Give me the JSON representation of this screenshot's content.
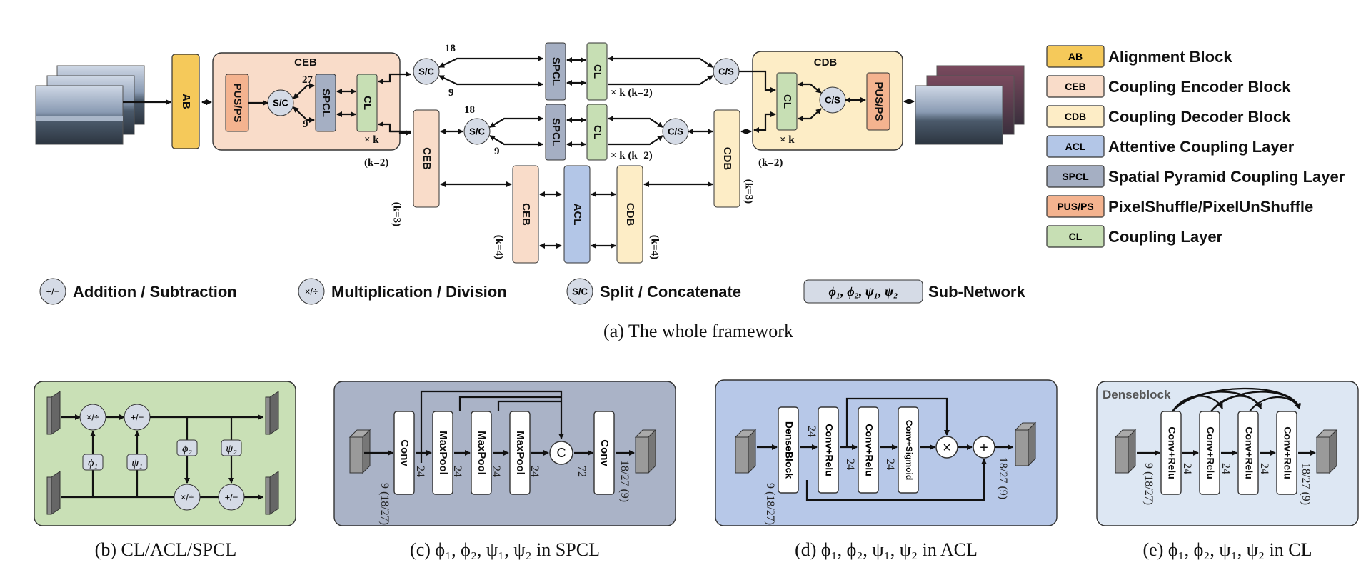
{
  "colors": {
    "ab": "#f5c95a",
    "ceb": "#f9dcc9",
    "cdb": "#fdedc6",
    "acl": "#b3c6e7",
    "spcl": "#a5afc3",
    "pusps": "#f4b38f",
    "cl": "#c7dfb4",
    "op": "#d5dbe6",
    "panel_b": "#c9e0b6",
    "panel_c": "#aab3c7",
    "panel_d": "#b7c8e8",
    "panel_e": "#dde7f3"
  },
  "top": {
    "ab": "AB",
    "ceb_title": "CEB",
    "cdb_title": "CDB",
    "pusps": "PUS/PS",
    "sc": "S/C",
    "cs": "C/S",
    "spcl": "SPCL",
    "cl": "CL",
    "ceb": "CEB",
    "cdb": "CDB",
    "acl": "ACL",
    "n27": "27",
    "n18": "18",
    "n9": "9",
    "xk": "× k",
    "xk2": "× k (k=2)",
    "k2": "(k=2)",
    "k3": "(k=3)",
    "k4": "(k=4)"
  },
  "legend": [
    {
      "tag": "AB",
      "label": "Alignment Block",
      "color": "ab"
    },
    {
      "tag": "CEB",
      "label": "Coupling Encoder Block",
      "color": "ceb"
    },
    {
      "tag": "CDB",
      "label": "Coupling Decoder Block",
      "color": "cdb"
    },
    {
      "tag": "ACL",
      "label": "Attentive Coupling Layer",
      "color": "acl"
    },
    {
      "tag": "SPCL",
      "label": "Spatial Pyramid Coupling Layer",
      "color": "spcl"
    },
    {
      "tag": "PUS/PS",
      "label": "PixelShuffle/PixelUnShuffle",
      "color": "pusps"
    },
    {
      "tag": "CL",
      "label": "Coupling Layer",
      "color": "cl"
    }
  ],
  "ops_legend": {
    "add": "Addition / Subtraction",
    "mul": "Multiplication / Division",
    "split": "Split / Concatenate",
    "subnet_sym": "ϕ₁, ϕ₂, ψ₁, ψ₂",
    "subnet": "Sub-Network"
  },
  "op_symbols": {
    "add": "+/−",
    "mul": "×/÷",
    "split": "S/C"
  },
  "captions": {
    "a": "(a) The whole framework",
    "b": "(b) CL/ACL/SPCL",
    "c": "(c) ϕ₁, ϕ₂, ψ₁, ψ₂ in SPCL",
    "d": "(d) ϕ₁, ϕ₂, ψ₁, ψ₂ in ACL",
    "e": "(e) ϕ₁, ϕ₂, ψ₁, ψ₂ in CL"
  },
  "panel_b": {
    "phi1": "ϕ₁",
    "psi1": "ψ₁",
    "phi2": "ϕ₂",
    "psi2": "ψ₂"
  },
  "panel_c": {
    "blocks": [
      "Conv",
      "MaxPool",
      "MaxPool",
      "MaxPool",
      "Conv"
    ],
    "concat": "C",
    "in_ch": "9 (18/27)",
    "ch24": "24",
    "ch72": "72",
    "out_ch": "18/27 (9)"
  },
  "panel_d": {
    "blocks": [
      "DenseBlock",
      "Conv+Relu",
      "Conv+Relu",
      "Conv+Sigmoid"
    ],
    "in_ch": "9 (18/27)",
    "ch24": "24",
    "out_ch": "18/27 (9)",
    "mul": "×",
    "add": "+"
  },
  "panel_e": {
    "title": "Denseblock",
    "blocks": [
      "Conv+Relu",
      "Conv+Relu",
      "Conv+Relu",
      "Conv+Relu"
    ],
    "in_ch": "9 (18/27)",
    "ch24": "24",
    "out_ch": "18/27 (9)"
  }
}
